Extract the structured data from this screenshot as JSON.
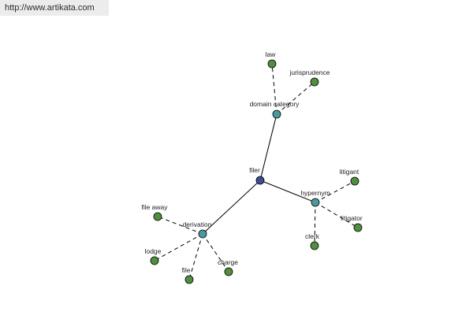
{
  "banner": {
    "url": "http://www.artikata.com"
  },
  "colors": {
    "center": "#3d4c8f",
    "relation": "#4a9aa0",
    "leaf": "#4f8f3e"
  },
  "graph": {
    "nodes": [
      {
        "id": "filer",
        "label": "filer",
        "kind": "center"
      },
      {
        "id": "domain-category",
        "label": "domain category",
        "kind": "relation"
      },
      {
        "id": "hypernym",
        "label": "hypernym",
        "kind": "relation"
      },
      {
        "id": "derivation",
        "label": "derivation",
        "kind": "relation"
      },
      {
        "id": "law",
        "label": "law",
        "kind": "leaf"
      },
      {
        "id": "jurisprudence",
        "label": "jurisprudence",
        "kind": "leaf"
      },
      {
        "id": "litigant",
        "label": "litigant",
        "kind": "leaf"
      },
      {
        "id": "litigator",
        "label": "litigator",
        "kind": "leaf"
      },
      {
        "id": "clerk",
        "label": "clerk",
        "kind": "leaf"
      },
      {
        "id": "file-away",
        "label": "file away",
        "kind": "leaf"
      },
      {
        "id": "lodge",
        "label": "lodge",
        "kind": "leaf"
      },
      {
        "id": "file",
        "label": "file",
        "kind": "leaf"
      },
      {
        "id": "charge",
        "label": "charge",
        "kind": "leaf"
      }
    ],
    "edges": [
      {
        "from": "filer",
        "to": "domain-category",
        "style": "solid"
      },
      {
        "from": "filer",
        "to": "hypernym",
        "style": "solid"
      },
      {
        "from": "filer",
        "to": "derivation",
        "style": "solid"
      },
      {
        "from": "domain-category",
        "to": "law",
        "style": "dashed"
      },
      {
        "from": "domain-category",
        "to": "jurisprudence",
        "style": "dashed"
      },
      {
        "from": "hypernym",
        "to": "litigant",
        "style": "dashed"
      },
      {
        "from": "hypernym",
        "to": "litigator",
        "style": "dashed"
      },
      {
        "from": "hypernym",
        "to": "clerk",
        "style": "dashed"
      },
      {
        "from": "derivation",
        "to": "file-away",
        "style": "dashed"
      },
      {
        "from": "derivation",
        "to": "lodge",
        "style": "dashed"
      },
      {
        "from": "derivation",
        "to": "file",
        "style": "dashed"
      },
      {
        "from": "derivation",
        "to": "charge",
        "style": "dashed"
      }
    ]
  }
}
